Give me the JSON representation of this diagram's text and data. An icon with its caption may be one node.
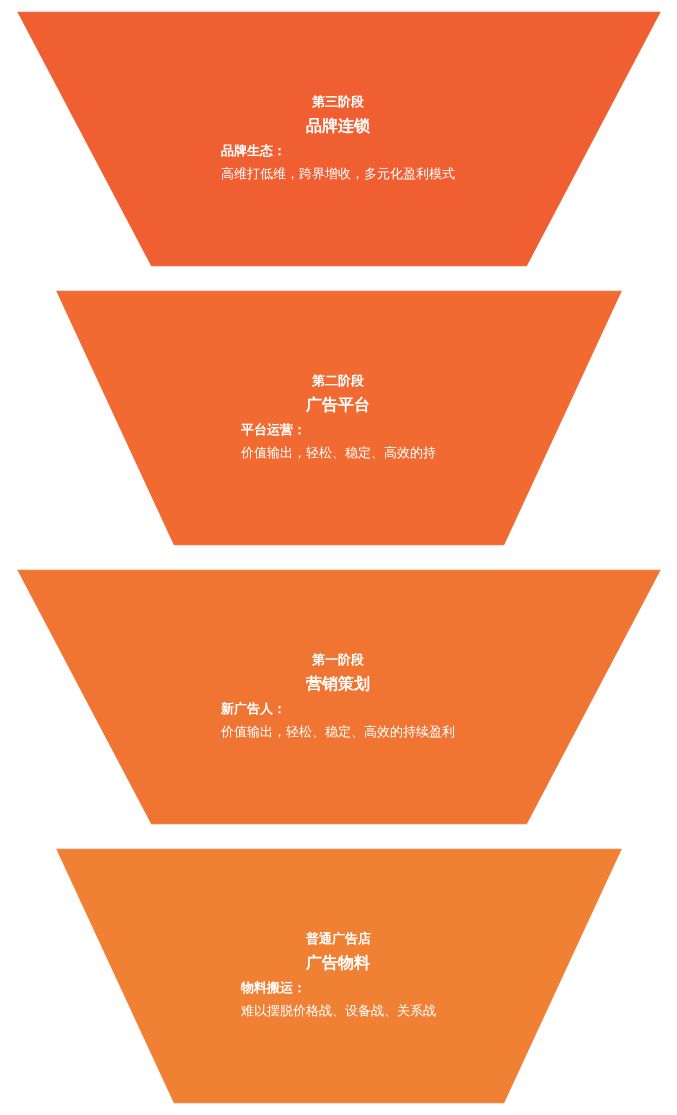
{
  "diagram": {
    "nodes": [
      {
        "text": [
          "第三阶段",
          "品牌连锁",
          "品牌生态：",
          "高维打低维，跨界增收，多元化盈利模式"
        ]
      },
      {
        "text": [
          "第二阶段",
          "广告平台",
          "平台运营：",
          "价值输出，轻松、稳定、高效的持"
        ]
      },
      {
        "text": [
          "第一阶段",
          "营销策划",
          "新广告人：",
          "价值输出，轻松、稳定、高效的持续盈利"
        ]
      },
      {
        "text": [
          "普通广告店",
          "广告物料",
          "物料搬运：",
          "难以摆脱价格战、设备战、关系战"
        ]
      }
    ],
    "edges": []
  }
}
